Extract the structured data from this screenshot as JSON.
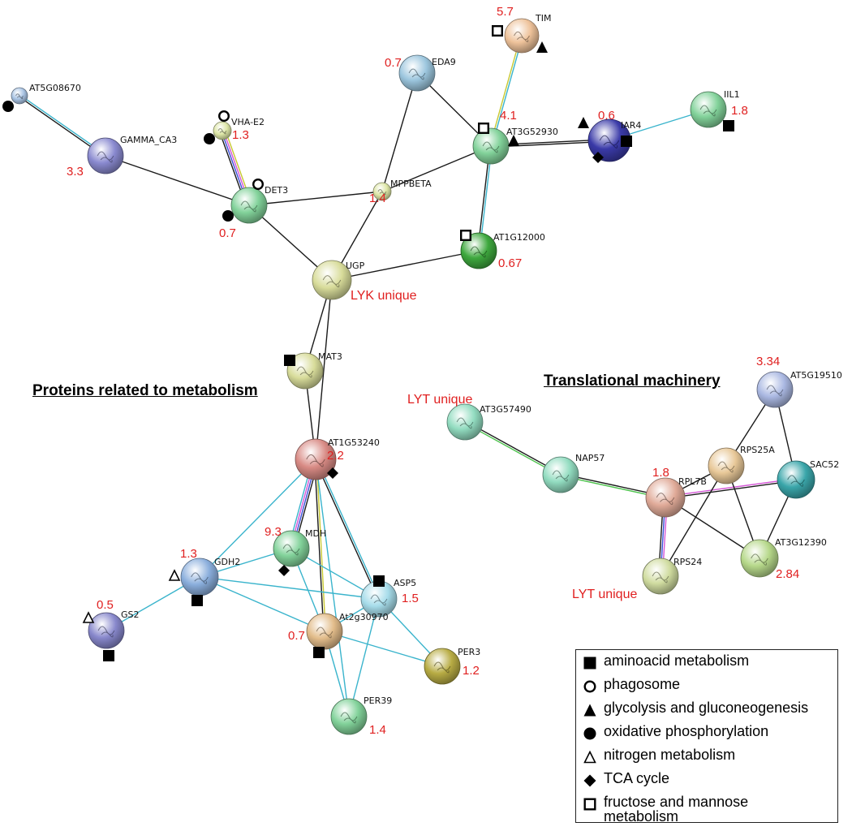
{
  "sections": {
    "metabolism_title": "Proteins related to metabolism",
    "translation_title": "Translational machinery"
  },
  "colors": {
    "edge_black": "#1a1a1a",
    "edge_cyan": "#3ab4cc",
    "edge_magenta": "#d455d6",
    "edge_yellow": "#c8c832",
    "edge_blue": "#3a4fd8",
    "edge_green": "#4cc24c",
    "value_text": "#e02020",
    "symbol": "#000000"
  },
  "nodes": [
    {
      "id": "AT5G08670",
      "label": "AT5G08670",
      "color": "#a9c4e4"
    },
    {
      "id": "GAMMA_CA3",
      "label": "GAMMA_CA3",
      "value": "3.3",
      "color": "#8a8ad0"
    },
    {
      "id": "VHA-E2",
      "label": "VHA-E2",
      "value": "1.3",
      "color": "#dde6a6"
    },
    {
      "id": "DET3",
      "label": "DET3",
      "value": "0.7",
      "color": "#82d29a"
    },
    {
      "id": "MPPBETA",
      "label": "MPPBETA",
      "value": "1.4",
      "color": "#dde6a6"
    },
    {
      "id": "EDA9",
      "label": "EDA9",
      "value": "0.7",
      "color": "#9cc6de"
    },
    {
      "id": "TIM",
      "label": "TIM",
      "value": "5.7",
      "color": "#eec29a"
    },
    {
      "id": "AT3G52930",
      "label": "AT3G52930",
      "value": "4.1",
      "color": "#82d29a"
    },
    {
      "id": "IAR4",
      "label": "IAR4",
      "value": "0.6",
      "color": "#3a3aa8"
    },
    {
      "id": "IIL1",
      "label": "IIL1",
      "value": "1.8",
      "color": "#82d29a"
    },
    {
      "id": "AT1G12000",
      "label": "AT1G12000",
      "value": "0.67",
      "color": "#3ea83e"
    },
    {
      "id": "UGP",
      "label": "UGP",
      "color": "#d8dc9a"
    },
    {
      "id": "MAT3",
      "label": "MAT3",
      "color": "#d8dc9a"
    },
    {
      "id": "AT1G53240",
      "label": "AT1G53240",
      "value": "2.2",
      "color": "#d88a84"
    },
    {
      "id": "MDH",
      "label": "MDH",
      "value": "9.3",
      "color": "#82d29a"
    },
    {
      "id": "GDH2",
      "label": "GDH2",
      "value": "1.3",
      "color": "#8aaedc"
    },
    {
      "id": "GS2",
      "label": "GS2",
      "value": "0.5",
      "color": "#8888cc"
    },
    {
      "id": "ASP5",
      "label": "ASP5",
      "value": "1.5",
      "color": "#a6dcea"
    },
    {
      "id": "At2g30970",
      "label": "At2g30970",
      "value": "0.7",
      "color": "#e2bc8a"
    },
    {
      "id": "PER3",
      "label": "PER3",
      "value": "1.2",
      "color": "#b8ac44"
    },
    {
      "id": "PER39",
      "label": "PER39",
      "value": "1.4",
      "color": "#82d29a"
    },
    {
      "id": "AT3G57490",
      "label": "AT3G57490",
      "color": "#92dcc0"
    },
    {
      "id": "NAP57",
      "label": "NAP57",
      "color": "#92dcc0"
    },
    {
      "id": "RPL7B",
      "label": "RPL7B",
      "value": "1.8",
      "color": "#e0aa98"
    },
    {
      "id": "RPS25A",
      "label": "RPS25A",
      "color": "#e8c898"
    },
    {
      "id": "AT5G19510",
      "label": "AT5G19510",
      "value": "3.34",
      "color": "#aab8e2"
    },
    {
      "id": "SAC52",
      "label": "SAC52",
      "color": "#3aa6aa"
    },
    {
      "id": "AT3G12390",
      "label": "AT3G12390",
      "value": "2.84",
      "color": "#b6d88a"
    },
    {
      "id": "RPS24",
      "label": "RPS24",
      "color": "#d0dca0"
    }
  ],
  "edges": [
    {
      "source": "AT5G08670",
      "target": "GAMMA_CA3",
      "colors": [
        "edge_cyan",
        "edge_black"
      ]
    },
    {
      "source": "GAMMA_CA3",
      "target": "DET3",
      "colors": [
        "edge_black"
      ]
    },
    {
      "source": "VHA-E2",
      "target": "DET3",
      "colors": [
        "edge_yellow",
        "edge_magenta",
        "edge_blue",
        "edge_black"
      ]
    },
    {
      "source": "DET3",
      "target": "MPPBETA",
      "colors": [
        "edge_black"
      ]
    },
    {
      "source": "DET3",
      "target": "UGP",
      "colors": [
        "edge_black"
      ]
    },
    {
      "source": "MPPBETA",
      "target": "AT3G52930",
      "colors": [
        "edge_black"
      ]
    },
    {
      "source": "MPPBETA",
      "target": "EDA9",
      "colors": [
        "edge_black"
      ]
    },
    {
      "source": "MPPBETA",
      "target": "UGP",
      "colors": [
        "edge_black"
      ]
    },
    {
      "source": "EDA9",
      "target": "AT3G52930",
      "colors": [
        "edge_black"
      ]
    },
    {
      "source": "TIM",
      "target": "AT3G52930",
      "colors": [
        "edge_cyan",
        "edge_yellow"
      ]
    },
    {
      "source": "AT3G52930",
      "target": "IAR4",
      "colors": [
        "edge_black",
        "edge_black"
      ]
    },
    {
      "source": "IAR4",
      "target": "IIL1",
      "colors": [
        "edge_cyan"
      ]
    },
    {
      "source": "AT3G52930",
      "target": "AT1G12000",
      "colors": [
        "edge_cyan",
        "edge_black"
      ]
    },
    {
      "source": "UGP",
      "target": "AT1G12000",
      "colors": [
        "edge_black"
      ]
    },
    {
      "source": "UGP",
      "target": "MAT3",
      "colors": [
        "edge_black"
      ]
    },
    {
      "source": "UGP",
      "target": "AT1G53240",
      "colors": [
        "edge_black"
      ]
    },
    {
      "source": "MAT3",
      "target": "AT1G53240",
      "colors": [
        "edge_black"
      ]
    },
    {
      "source": "AT1G53240",
      "target": "MDH",
      "colors": [
        "edge_black",
        "edge_blue",
        "edge_magenta",
        "edge_cyan"
      ]
    },
    {
      "source": "AT1G53240",
      "target": "GDH2",
      "colors": [
        "edge_cyan"
      ]
    },
    {
      "source": "AT1G53240",
      "target": "ASP5",
      "colors": [
        "edge_cyan",
        "edge_black"
      ]
    },
    {
      "source": "AT1G53240",
      "target": "At2g30970",
      "colors": [
        "edge_yellow",
        "edge_black"
      ]
    },
    {
      "source": "AT1G53240",
      "target": "PER39",
      "colors": [
        "edge_cyan"
      ]
    },
    {
      "source": "GDH2",
      "target": "GS2",
      "colors": [
        "edge_cyan"
      ]
    },
    {
      "source": "GDH2",
      "target": "MDH",
      "colors": [
        "edge_cyan"
      ]
    },
    {
      "source": "GDH2",
      "target": "ASP5",
      "colors": [
        "edge_cyan"
      ]
    },
    {
      "source": "GDH2",
      "target": "At2g30970",
      "colors": [
        "edge_cyan"
      ]
    },
    {
      "source": "MDH",
      "target": "ASP5",
      "colors": [
        "edge_cyan"
      ]
    },
    {
      "source": "MDH",
      "target": "At2g30970",
      "colors": [
        "edge_cyan"
      ]
    },
    {
      "source": "At2g30970",
      "target": "ASP5",
      "colors": [
        "edge_cyan"
      ]
    },
    {
      "source": "ASP5",
      "target": "PER3",
      "colors": [
        "edge_cyan"
      ]
    },
    {
      "source": "ASP5",
      "target": "PER39",
      "colors": [
        "edge_cyan"
      ]
    },
    {
      "source": "At2g30970",
      "target": "PER3",
      "colors": [
        "edge_cyan"
      ]
    },
    {
      "source": "At2g30970",
      "target": "PER39",
      "colors": [
        "edge_cyan"
      ]
    },
    {
      "source": "AT3G57490",
      "target": "NAP57",
      "colors": [
        "edge_black",
        "edge_green"
      ]
    },
    {
      "source": "NAP57",
      "target": "RPL7B",
      "colors": [
        "edge_black",
        "edge_green"
      ]
    },
    {
      "source": "RPL7B",
      "target": "RPS24",
      "colors": [
        "edge_magenta",
        "edge_blue",
        "edge_black"
      ]
    },
    {
      "source": "RPL7B",
      "target": "SAC52",
      "colors": [
        "edge_magenta",
        "edge_black"
      ]
    },
    {
      "source": "RPL7B",
      "target": "RPS25A",
      "colors": [
        "edge_black"
      ]
    },
    {
      "source": "RPL7B",
      "target": "AT3G12390",
      "colors": [
        "edge_black"
      ]
    },
    {
      "source": "RPS25A",
      "target": "AT5G19510",
      "colors": [
        "edge_black"
      ]
    },
    {
      "source": "RPS25A",
      "target": "AT3G12390",
      "colors": [
        "edge_black"
      ]
    },
    {
      "source": "RPS25A",
      "target": "RPS24",
      "colors": [
        "edge_black"
      ]
    },
    {
      "source": "AT5G19510",
      "target": "SAC52",
      "colors": [
        "edge_black"
      ]
    },
    {
      "source": "SAC52",
      "target": "AT3G12390",
      "colors": [
        "edge_black"
      ]
    }
  ],
  "unique_labels": [
    {
      "node": "UGP",
      "text": "LYK unique"
    },
    {
      "node": "AT3G57490",
      "text": "LYT unique"
    },
    {
      "node": "RPS24",
      "text": "LYT unique"
    }
  ],
  "pathway_marks": [
    {
      "node": "AT5G08670",
      "symbol": "filled-circle"
    },
    {
      "node": "VHA-E2",
      "symbol": "open-circle"
    },
    {
      "node": "VHA-E2",
      "symbol": "filled-circle"
    },
    {
      "node": "DET3",
      "symbol": "open-circle"
    },
    {
      "node": "DET3",
      "symbol": "filled-circle"
    },
    {
      "node": "TIM",
      "symbol": "open-square"
    },
    {
      "node": "TIM",
      "symbol": "filled-triangle"
    },
    {
      "node": "AT3G52930",
      "symbol": "open-square"
    },
    {
      "node": "AT3G52930",
      "symbol": "filled-triangle"
    },
    {
      "node": "IAR4",
      "symbol": "filled-triangle"
    },
    {
      "node": "IAR4",
      "symbol": "filled-square"
    },
    {
      "node": "IAR4",
      "symbol": "filled-diamond"
    },
    {
      "node": "IIL1",
      "symbol": "filled-square"
    },
    {
      "node": "AT1G12000",
      "symbol": "open-square"
    },
    {
      "node": "MAT3",
      "symbol": "filled-square"
    },
    {
      "node": "AT1G53240",
      "symbol": "filled-diamond"
    },
    {
      "node": "MDH",
      "symbol": "filled-diamond"
    },
    {
      "node": "GDH2",
      "symbol": "open-triangle"
    },
    {
      "node": "GDH2",
      "symbol": "filled-square"
    },
    {
      "node": "GS2",
      "symbol": "open-triangle"
    },
    {
      "node": "GS2",
      "symbol": "filled-square"
    },
    {
      "node": "ASP5",
      "symbol": "filled-square"
    },
    {
      "node": "At2g30970",
      "symbol": "filled-square"
    }
  ],
  "legend": [
    {
      "symbol": "filled-square",
      "text": "aminoacid metabolism"
    },
    {
      "symbol": "open-circle",
      "text": "phagosome"
    },
    {
      "symbol": "filled-triangle",
      "text": "glycolysis and gluconeogenesis"
    },
    {
      "symbol": "filled-circle",
      "text": "oxidative phosphorylation"
    },
    {
      "symbol": "open-triangle",
      "text": "nitrogen metabolism"
    },
    {
      "symbol": "filled-diamond",
      "text": "TCA cycle"
    },
    {
      "symbol": "open-square",
      "text": "fructose and mannose metabolism"
    }
  ]
}
